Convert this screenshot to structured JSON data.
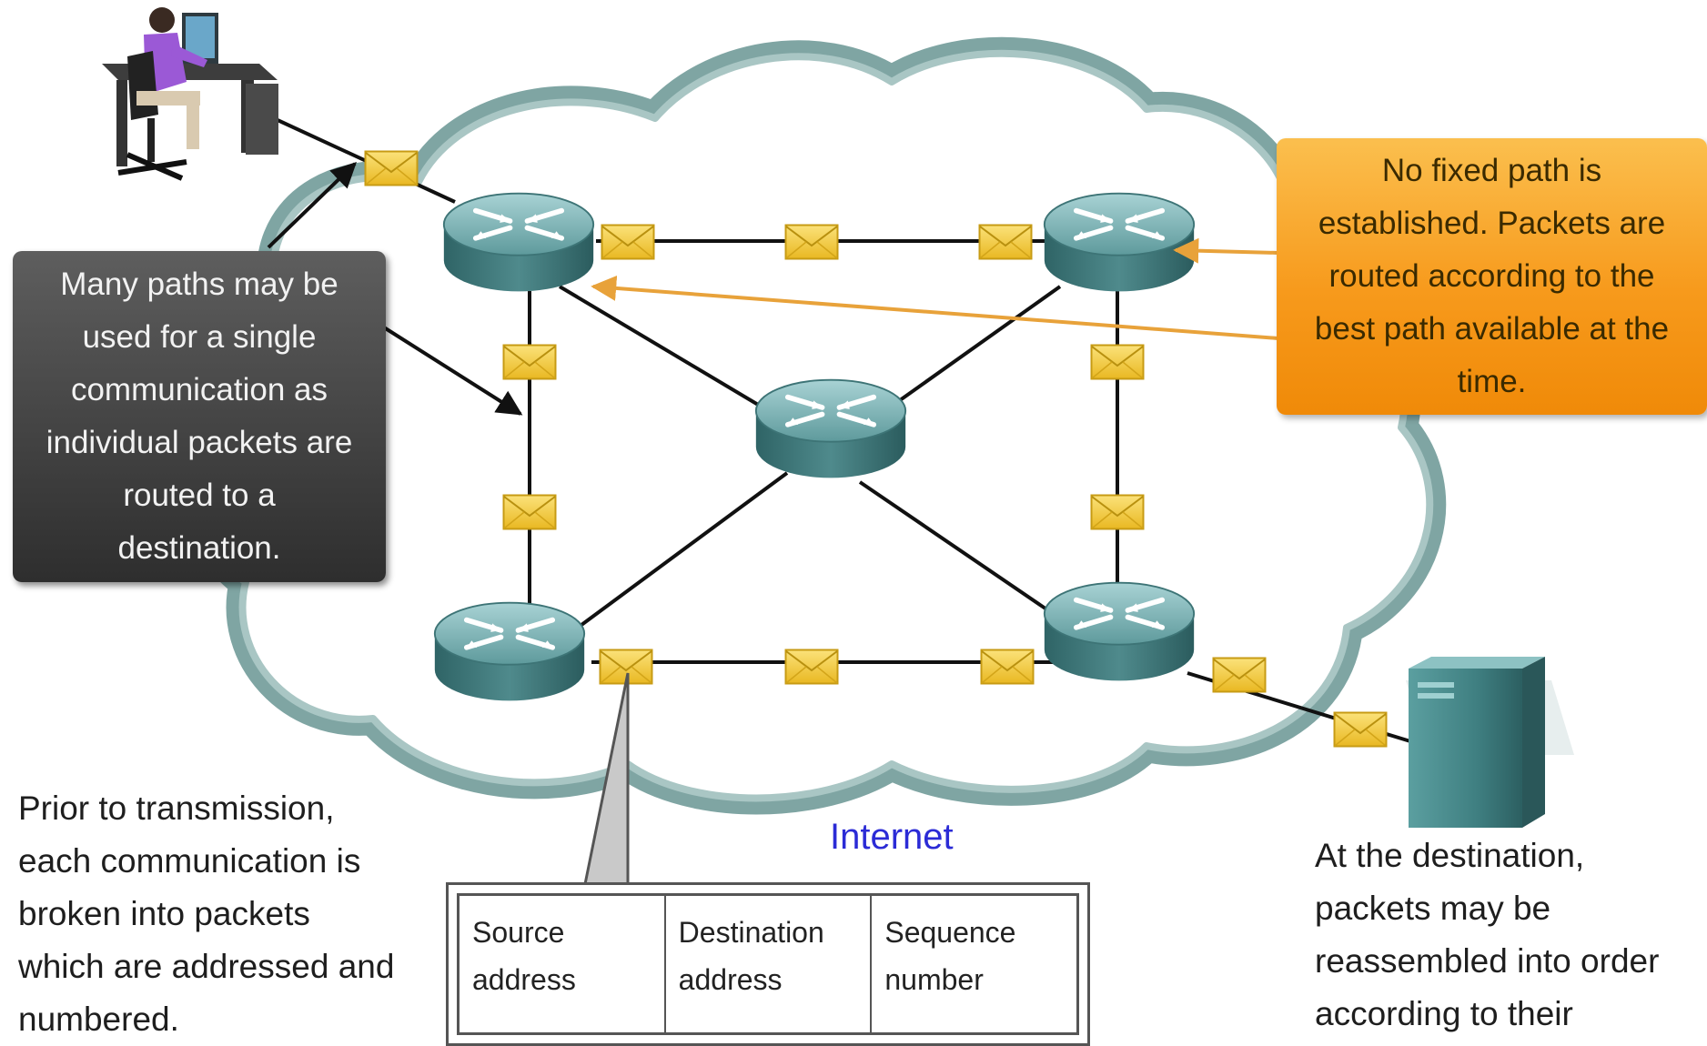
{
  "diagram": {
    "cloud_label": "Internet",
    "left_callout": "Many paths may be\nused for a single\ncommunication as\nindividual packets are\nrouted to a\ndestination.",
    "right_callout": "No fixed path is\nestablished. Packets are\nrouted according to the\nbest path available at the\ntime.",
    "left_note": "Prior to transmission,\neach communication is\nbroken into packets\nwhich are addressed and\nnumbered.",
    "right_note": "At the destination,\npackets may be\nreassembled into order\naccording to their",
    "packet_header": {
      "fields": [
        "Source\naddress",
        "Destination\naddress",
        "Sequence\nnumber"
      ]
    },
    "icons": [
      "user-at-workstation-icon",
      "router-icon",
      "packet-envelope-icon",
      "server-icon",
      "cloud-icon"
    ],
    "colors": {
      "cloud": "#7fa5a3",
      "router": "#4f8a8c",
      "packet": "#f0c93a",
      "orange_callout": "#f79a1c",
      "dark_callout": "#444444",
      "internet_label": "#2b2bd6"
    }
  }
}
